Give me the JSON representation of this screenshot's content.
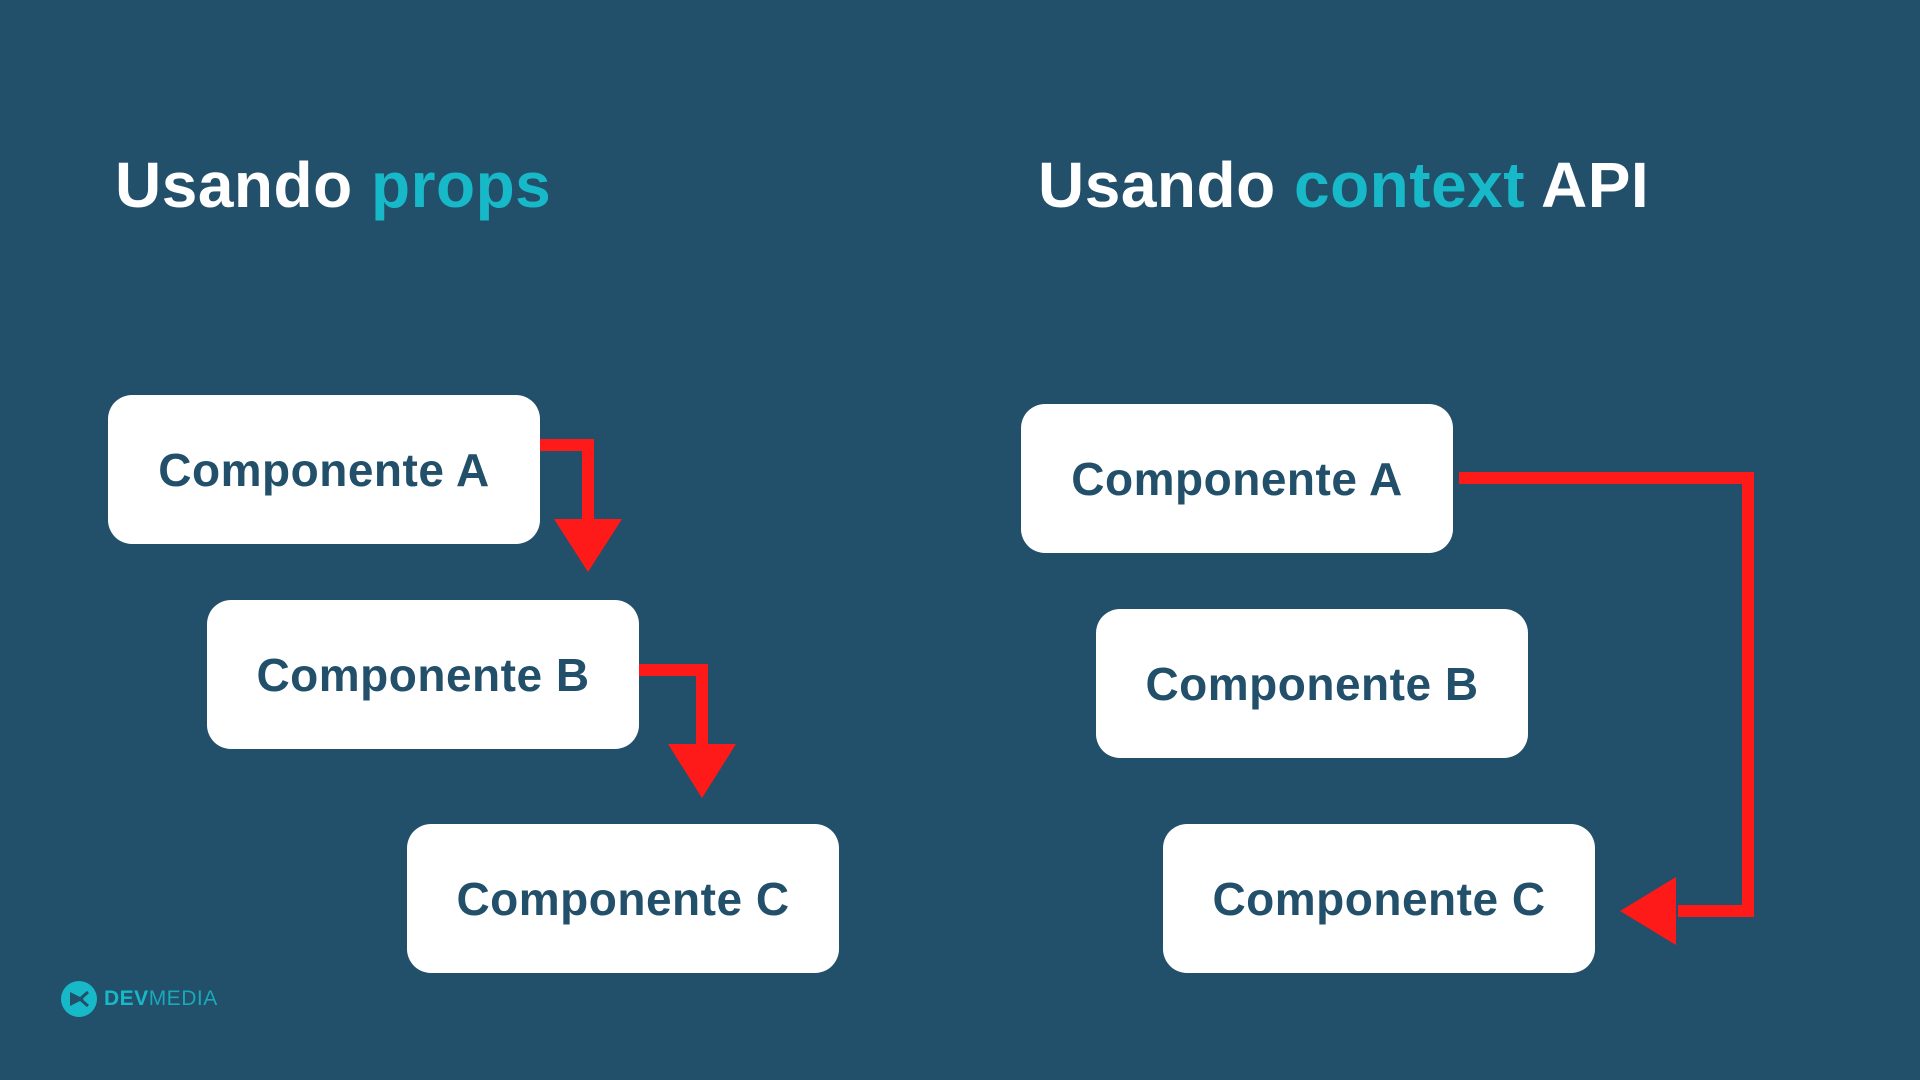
{
  "left": {
    "title_prefix": "Usando",
    "title_accent": "props",
    "components": [
      "Componente A",
      "Componente B",
      "Componente C"
    ]
  },
  "right": {
    "title_prefix": "Usando",
    "title_accent": "context",
    "title_suffix": "API",
    "components": [
      "Componente A",
      "Componente B",
      "Componente C"
    ]
  },
  "logo": {
    "bold": "DEV",
    "light": "MEDIA",
    "icon": "devmedia-logo-icon"
  },
  "colors": {
    "background": "#224f69",
    "accent": "#17b9c9",
    "arrow": "#ff1a1a",
    "box": "#ffffff",
    "box_text": "#224f69"
  }
}
